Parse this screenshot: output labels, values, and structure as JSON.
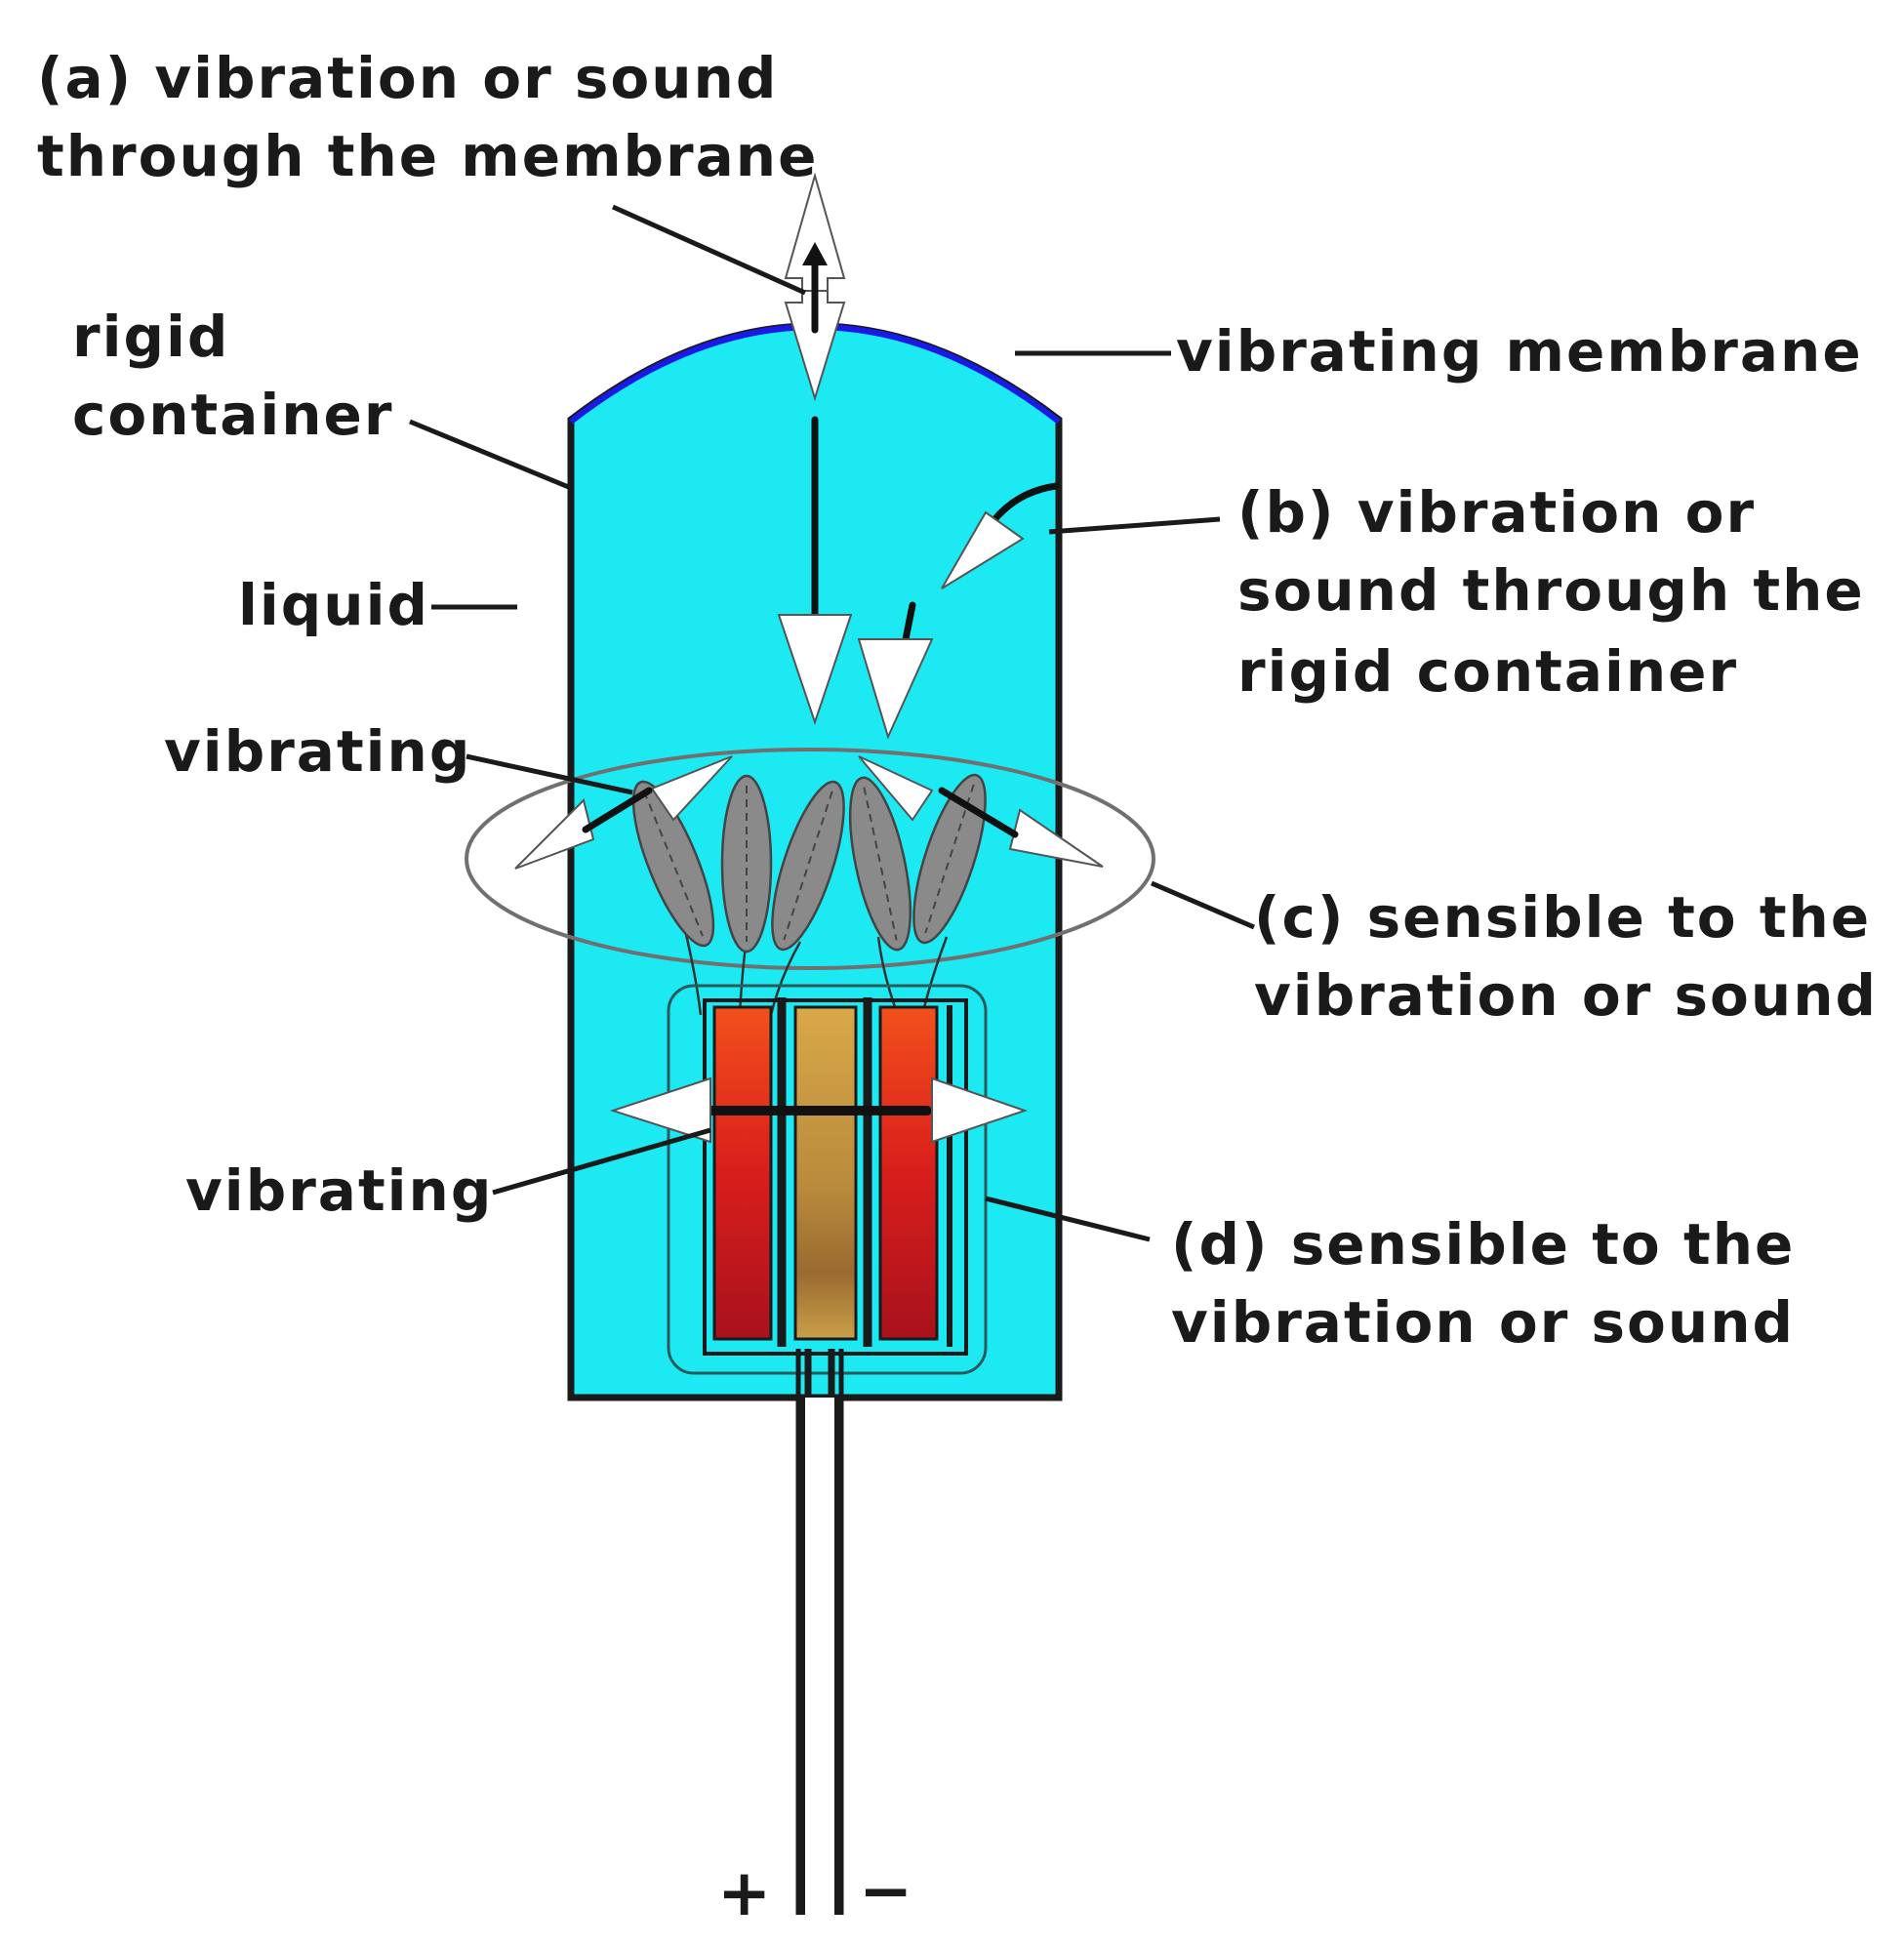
{
  "colors": {
    "liquid": "#1de9f3",
    "membrane": "#1a1ae6",
    "outline": "#1a1a1a",
    "cilia": "#8a8a8a",
    "plate_outer": "#e8361c",
    "plate_outer_dark": "#a8121c",
    "plate_center": "#c9a04a",
    "ellipse": "#707070"
  },
  "labels": {
    "a_line1": "(a) vibration or sound",
    "a_line2": "through the membrane",
    "rigid_line1": "rigid",
    "rigid_line2": "container",
    "membrane": "vibrating membrane",
    "liquid": "liquid",
    "b_line1": "(b) vibration or",
    "b_line2": "sound through the",
    "b_line3": "rigid container",
    "vibrating_top": "vibrating",
    "c_line1": "(c) sensible to the",
    "c_line2": "vibration or sound",
    "vibrating_bottom": "vibrating",
    "d_line1": "(d) sensible to the",
    "d_line2": "vibration or sound",
    "plus": "+",
    "minus": "−"
  },
  "icons": {
    "arrows": "hollow-white-arrow",
    "cilia": "leaf-shaped-hair"
  }
}
